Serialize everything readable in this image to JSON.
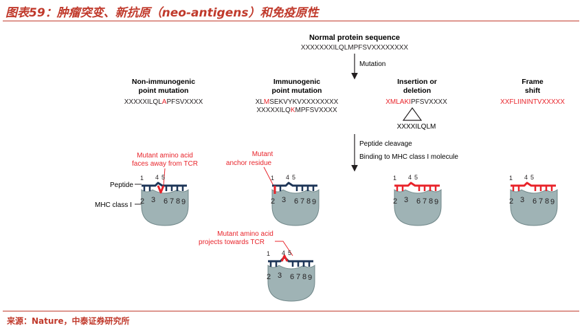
{
  "header": {
    "title": "图表59：肿瘤突变、新抗原（neo-antigens）和免疫原性"
  },
  "footer": {
    "source": "来源：Nature，中泰证券研究所"
  },
  "colors": {
    "accent": "#c0392b",
    "mutant": "#e8232a",
    "peptide": "#1d3557",
    "mhc": "#9fb3b5",
    "mhc_stroke": "#6f8688",
    "text": "#231f20"
  },
  "top": {
    "heading": "Normal protein sequence",
    "sequence": [
      {
        "t": "XXXXXXXILQLMPFSVXXXXXXXX",
        "red": false
      }
    ],
    "mutation_label": "Mutation"
  },
  "variants": [
    {
      "heading": [
        "Non-immunogenic",
        "point mutation"
      ],
      "lines": [
        [
          {
            "t": "XXXXXILQL",
            "red": false
          },
          {
            "t": "A",
            "red": true
          },
          {
            "t": "PFSVXXXX",
            "red": false
          }
        ]
      ]
    },
    {
      "heading": [
        "Immunogenic",
        "point mutation"
      ],
      "lines": [
        [
          {
            "t": "XL",
            "red": false
          },
          {
            "t": "M",
            "red": true
          },
          {
            "t": "SEKVYKVXXXXXXXX",
            "red": false
          }
        ],
        [
          {
            "t": "XXXXXILQ",
            "red": false
          },
          {
            "t": "K",
            "red": true
          },
          {
            "t": "MPFSVXXXX",
            "red": false
          }
        ]
      ]
    },
    {
      "heading": [
        "Insertion or",
        "deletion"
      ],
      "lines": [
        [
          {
            "t": "XMLAKI",
            "red": true
          },
          {
            "t": "PFSVXXXX",
            "red": false
          }
        ]
      ],
      "deleted": "XXXXILQLM"
    },
    {
      "heading": [
        "Frame",
        "shift"
      ],
      "lines": [
        [
          {
            "t": "XXFLIININTVXXXXX",
            "red": true
          }
        ]
      ]
    }
  ],
  "processing": {
    "step1": "Peptide cleavage",
    "step2": "Binding to MHC class I molecule"
  },
  "labels": {
    "peptide": "Peptide",
    "mhc": "MHC class I",
    "away": [
      "Mutant amino acid",
      "faces away from TCR"
    ],
    "anchor": [
      "Mutant",
      "anchor residue"
    ],
    "towards": [
      "Mutant amino acid",
      "projects towards TCR"
    ]
  },
  "complexes": [
    {
      "id": "non-immunogenic",
      "residues": {
        "1": "1",
        "2": "2",
        "3": "3",
        "4": "4",
        "5": "5",
        "6": "6",
        "7": "7",
        "8": "8",
        "9": "9"
      },
      "mutant": "bottom"
    },
    {
      "id": "anchor",
      "residues": {
        "1": "1",
        "2": "2",
        "3": "3",
        "4": "4",
        "5": "5",
        "6": "6",
        "7": "7",
        "8": "8",
        "9": "9"
      },
      "mutant": "anchor"
    },
    {
      "id": "insertion",
      "residues": {
        "1": "1",
        "2": "2",
        "3": "3",
        "4": "4",
        "5": "5",
        "6": "6",
        "7": "7",
        "8": "8",
        "9": "9"
      },
      "mutant": "all"
    },
    {
      "id": "frameshift",
      "residues": {
        "1": "1",
        "2": "2",
        "3": "3",
        "4": "4",
        "5": "5",
        "6": "6",
        "7": "7",
        "8": "8",
        "9": "9"
      },
      "mutant": "all"
    },
    {
      "id": "towards-tcr",
      "residues": {
        "1": "1",
        "2": "2",
        "3": "3",
        "4": "4",
        "5": "5",
        "6": "6",
        "7": "7",
        "8": "8",
        "9": "9"
      },
      "mutant": "top"
    }
  ]
}
